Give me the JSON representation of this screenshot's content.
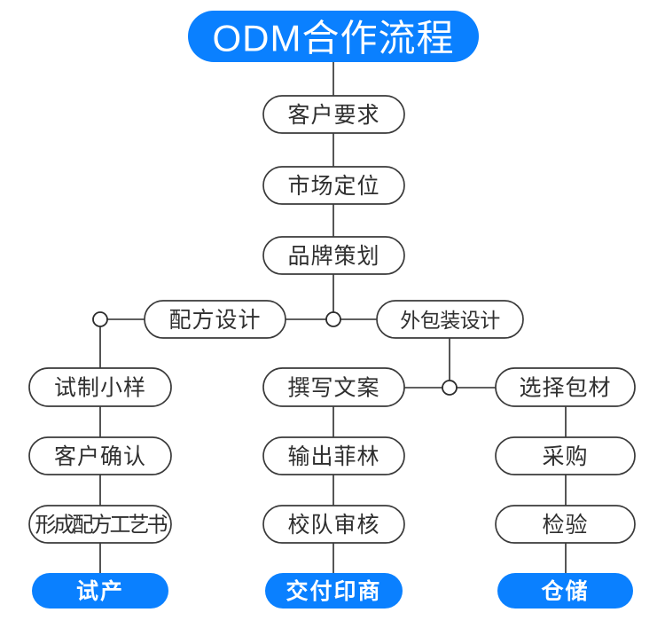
{
  "diagram": {
    "title": "ODM合作流程",
    "background_color": "#ffffff",
    "accent_color": "#0a80ff",
    "line_color": "#2b2b2b",
    "node_text_color": "#2f2f2f",
    "accent_text_color": "#ffffff"
  },
  "nodes": {
    "title": "ODM合作流程",
    "customer_requirement": "客户要求",
    "market_positioning": "市场定位",
    "brand_planning": "品牌策划",
    "formula_design": "配方设计",
    "outer_package_design": "外包装设计",
    "trial_sample": "试制小样",
    "customer_confirm": "客户确认",
    "formula_process_doc": "形成配方工艺书",
    "trial_production": "试产",
    "write_copy": "撰写文案",
    "output_film": "输出菲林",
    "proof_review": "校队审核",
    "deliver_printer": "交付印商",
    "select_packaging": "选择包材",
    "purchase": "采购",
    "inspection": "检验",
    "warehouse": "仓储"
  },
  "chart_data": {
    "type": "diagram",
    "title": "ODM合作流程",
    "orientation": "top-down",
    "columns": [
      {
        "name": "formula-branch",
        "steps": [
          "配方设计",
          "试制小样",
          "客户确认",
          "形成配方工艺书",
          "试产"
        ],
        "terminal": "试产"
      },
      {
        "name": "copy-branch",
        "steps": [
          "撰写文案",
          "输出菲林",
          "校队审核",
          "交付印商"
        ],
        "terminal": "交付印商"
      },
      {
        "name": "packaging-branch",
        "steps": [
          "选择包材",
          "采购",
          "检验",
          "仓储"
        ],
        "terminal": "仓储"
      }
    ],
    "trunk": [
      "ODM合作流程",
      "客户要求",
      "市场定位",
      "品牌策划"
    ],
    "junctions": 3,
    "terminal_nodes": [
      "试产",
      "交付印商",
      "仓储"
    ]
  }
}
